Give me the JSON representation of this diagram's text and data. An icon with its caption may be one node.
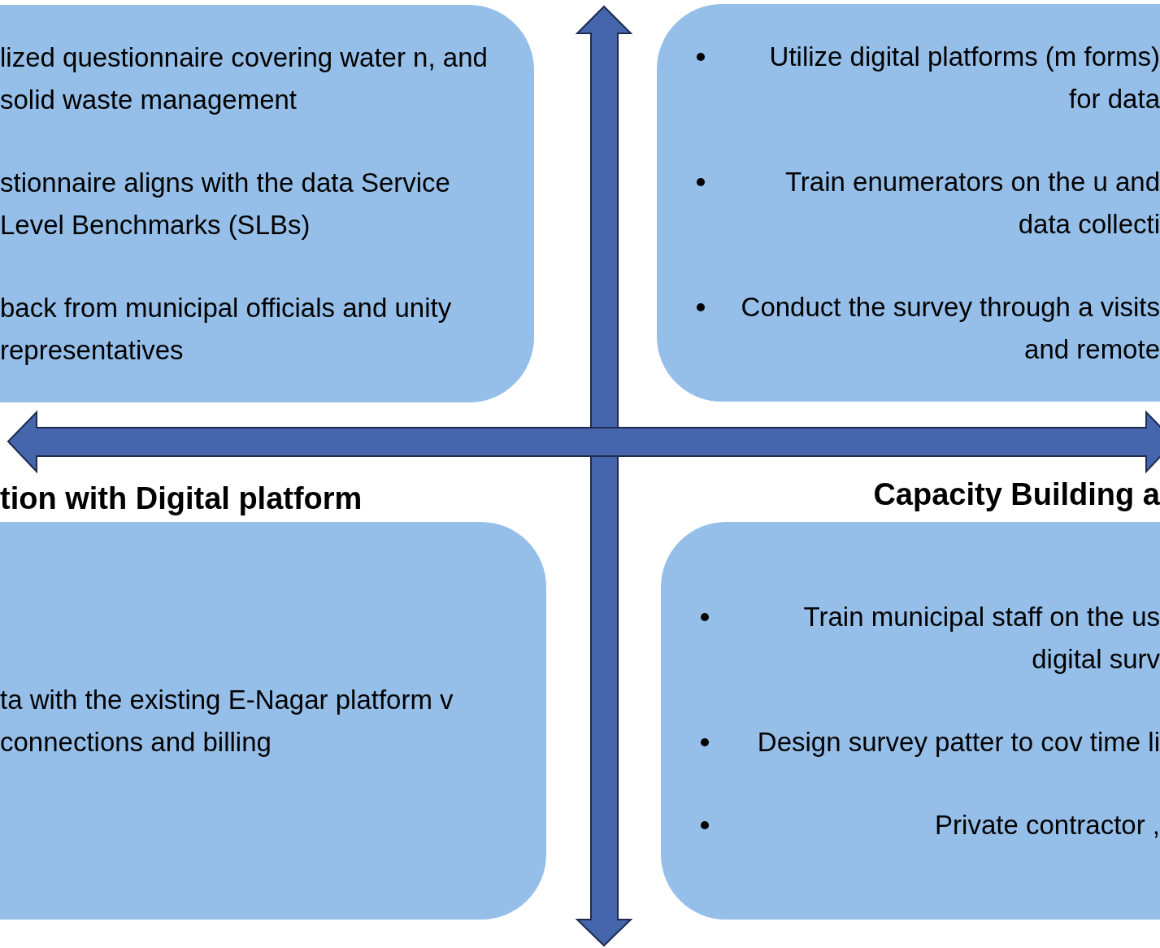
{
  "diagram": {
    "nodes": [
      {
        "text": [
          "lized questionnaire covering water n, and solid waste management",
          "stionnaire aligns with the data Service Level Benchmarks (SLBs)",
          "back from municipal officials and unity representatives"
        ]
      },
      {
        "text": [
          "Utilize digital platforms (m forms) for data",
          "Train enumerators on the u and data collecti",
          "Conduct the survey through a visits and remote"
        ]
      },
      {
        "text": [
          "tion with Digital platform",
          "ta with the existing E-Nagar platform v connections and billing"
        ]
      },
      {
        "text": [
          "Capacity Building a",
          "Train municipal staff on the us digital surv",
          "Design survey  patter to cov time li",
          "Private contractor ,"
        ]
      }
    ]
  }
}
